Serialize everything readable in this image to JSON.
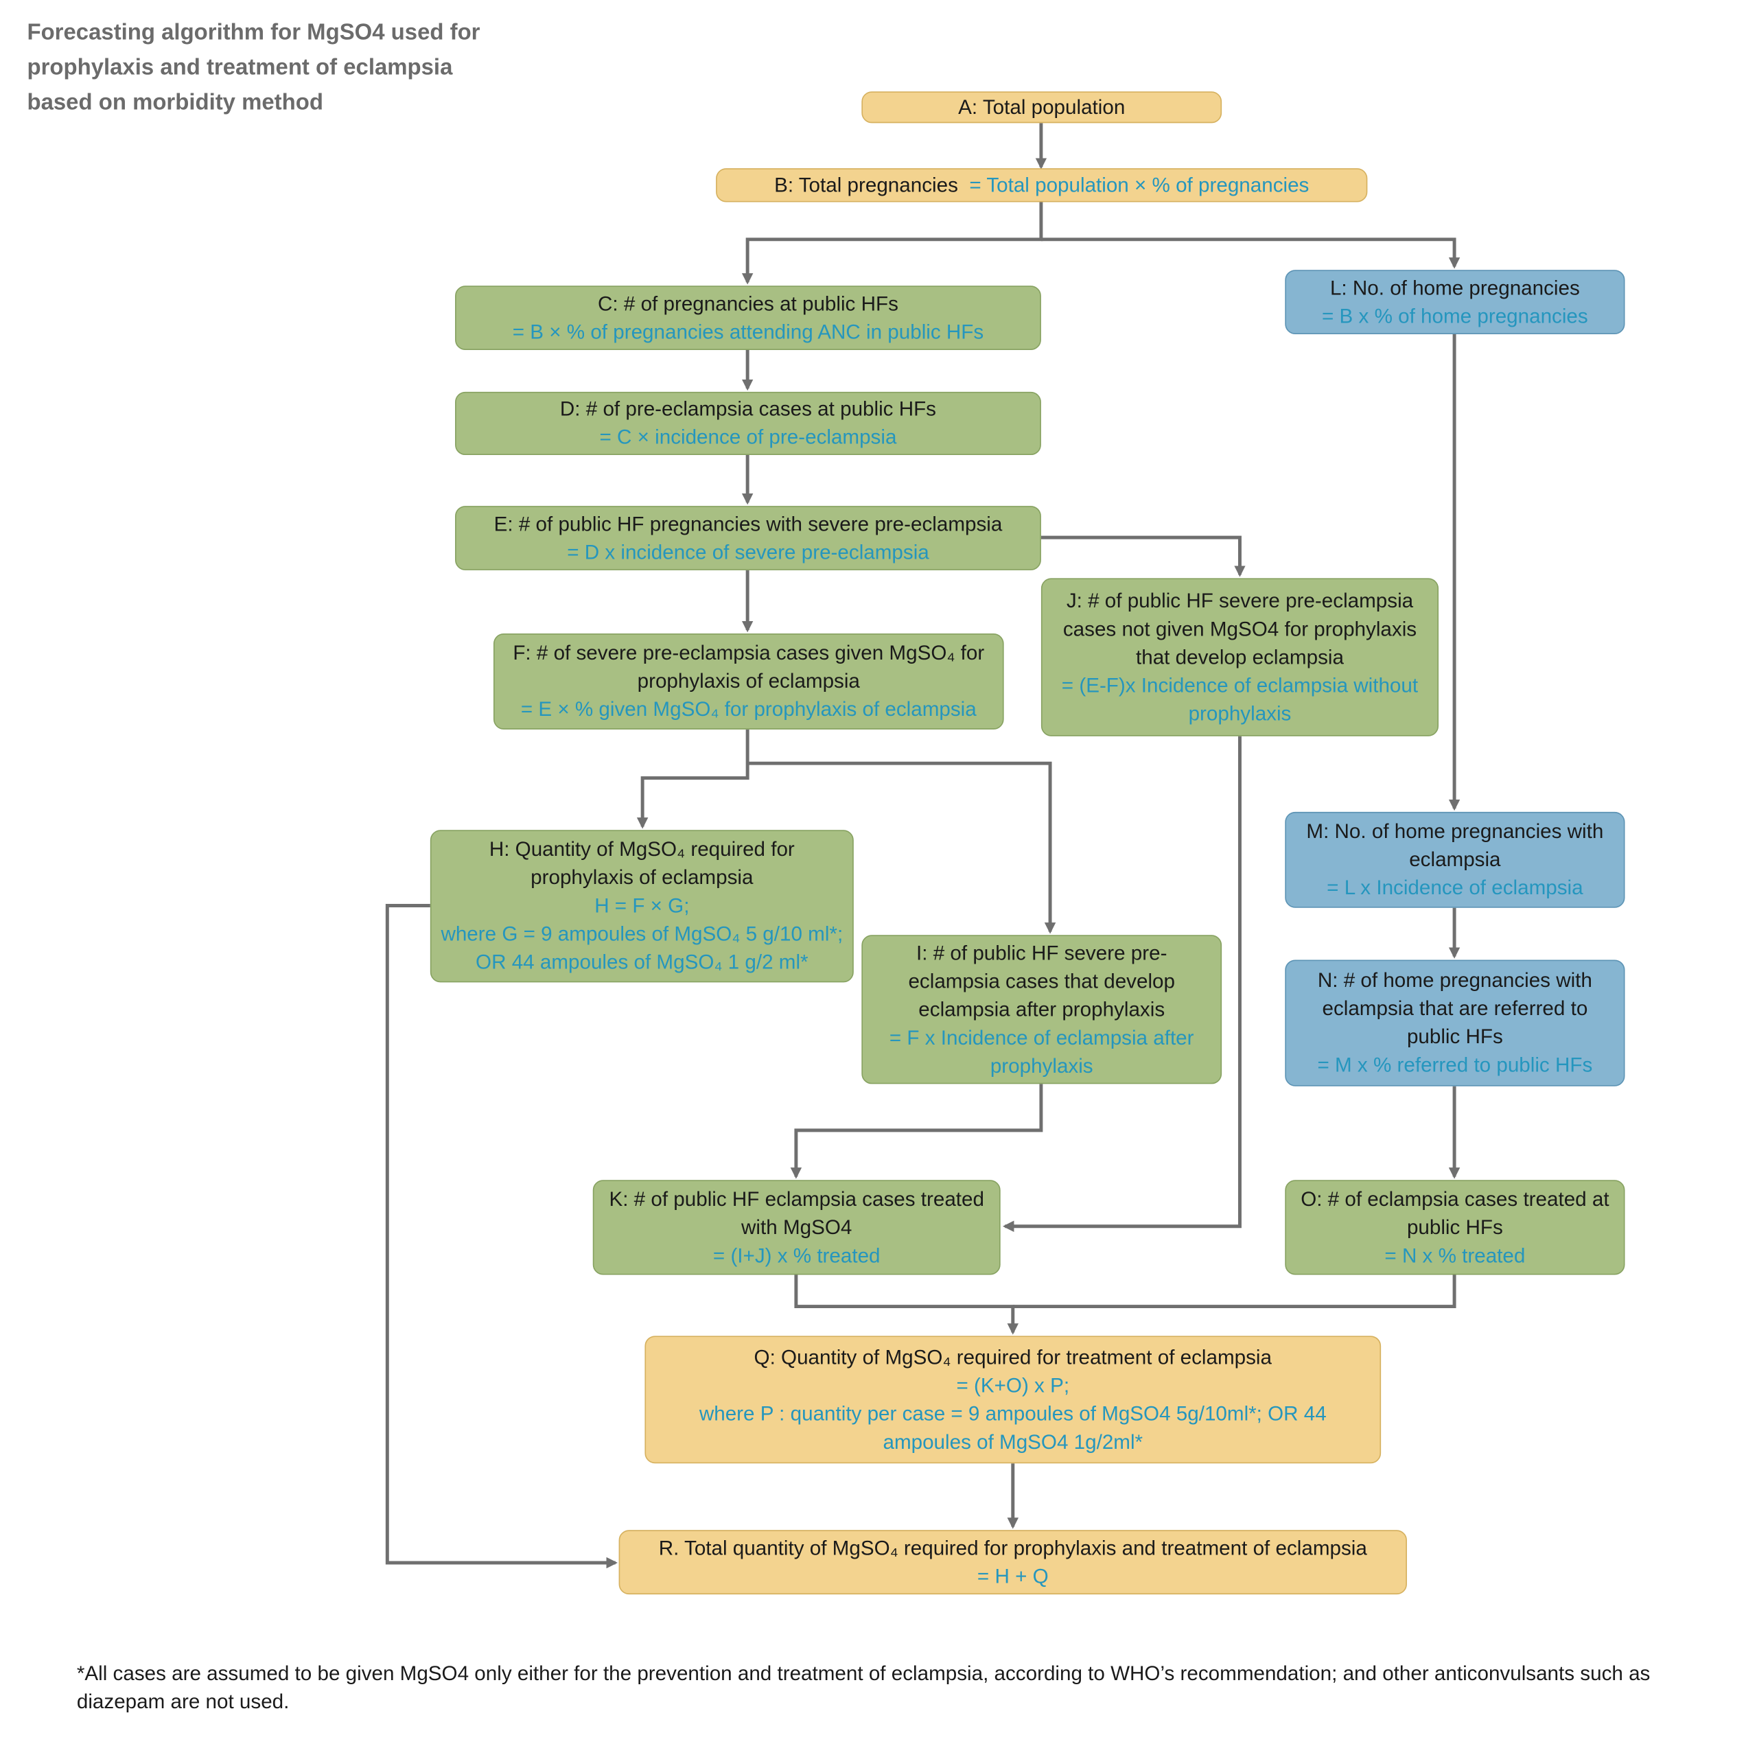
{
  "title": "Forecasting algorithm for MgSO4 used for prophylaxis and treatment of eclampsia based on morbidity method",
  "nodes": {
    "A": {
      "text": "A: Total population"
    },
    "B": {
      "text": "B: Total pregnancies",
      "formula": "= Total population × % of pregnancies"
    },
    "C": {
      "text": "C: # of pregnancies at public HFs",
      "formula": "= B × % of pregnancies attending ANC in public HFs"
    },
    "D": {
      "text": "D: # of pre-eclampsia cases at public HFs",
      "formula": "= C × incidence of pre-eclampsia"
    },
    "E": {
      "text": "E: # of public HF pregnancies with severe pre-eclampsia",
      "formula": "= D x  incidence of severe pre-eclampsia"
    },
    "F": {
      "text": "F: # of severe pre-eclampsia cases given MgSO₄ for prophylaxis of eclampsia",
      "formula": "= E × % given MgSO₄ for prophylaxis of eclampsia"
    },
    "H": {
      "text": "H: Quantity of MgSO₄ required for prophylaxis of eclampsia",
      "formula1": "H = F × G;",
      "formula2": "where G = 9 ampoules of MgSO₄ 5 g/10 ml*; OR 44 ampoules of MgSO₄ 1 g/2 ml*"
    },
    "I": {
      "text": "I: # of public HF severe pre-eclampsia cases that develop eclampsia after prophylaxis",
      "formula": "= F  x Incidence of eclampsia after prophylaxis"
    },
    "J": {
      "text": "J: # of public HF severe pre-eclampsia cases not given MgSO4 for prophylaxis that develop eclampsia",
      "formula": "= (E-F)x Incidence of eclampsia without prophylaxis"
    },
    "K": {
      "text": "K: # of public HF eclampsia cases treated with MgSO4",
      "formula": "= (I+J) x % treated"
    },
    "L": {
      "text": "L: No. of home pregnancies",
      "formula": "= B x % of home pregnancies"
    },
    "M": {
      "text": "M: No. of home pregnancies with eclampsia",
      "formula": "= L x Incidence of eclampsia"
    },
    "N": {
      "text": "N: # of home pregnancies with eclampsia that are referred to public HFs",
      "formula": "= M x % referred to public HFs"
    },
    "O": {
      "text": "O: # of eclampsia cases treated at public HFs",
      "formula": "= N x % treated"
    },
    "Q": {
      "text": "Q: Quantity of MgSO₄ required for treatment of eclampsia",
      "formula1": "= (K+O) x P;",
      "formula2": "where P : quantity per case = 9 ampoules of MgSO4 5g/10ml*; OR 44 ampoules of MgSO4 1g/2ml*"
    },
    "R": {
      "text": "R. Total quantity of MgSO₄ required for prophylaxis and treatment of eclampsia",
      "formula": "= H + Q"
    }
  },
  "footnote": "*All cases are assumed to be given MgSO4 only either for the prevention and treatment of eclampsia, according to WHO’s  recommendation; and other anticonvulsants such as diazepam are not used.",
  "colors": {
    "formula_text": "#2596be",
    "tan_fill": "#f3d38f",
    "green_fill": "#a8bf83",
    "blue_fill": "#86b5d1",
    "connector": "#6f6f6f"
  }
}
